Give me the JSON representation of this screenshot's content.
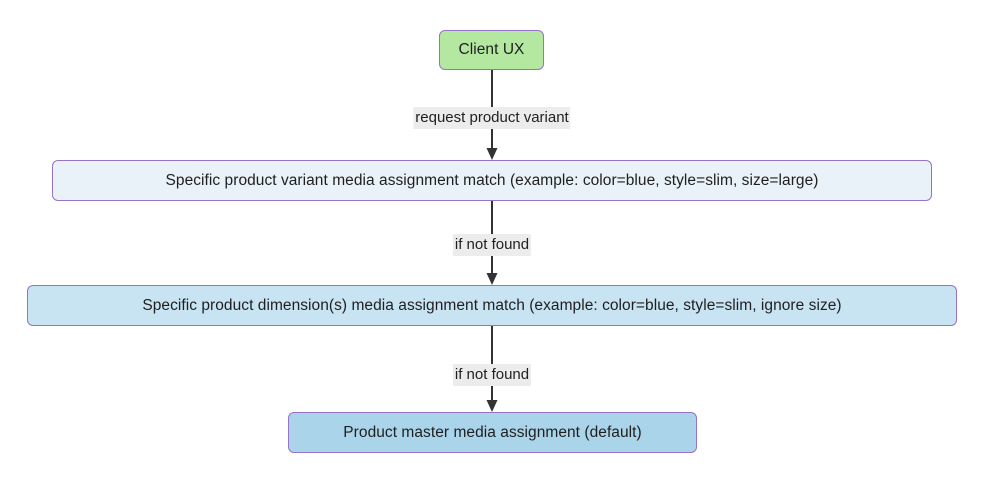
{
  "diagram": {
    "type": "flowchart",
    "direction": "top-to-bottom",
    "title": "",
    "background_color": "#ffffff",
    "nodes": [
      {
        "id": "client-ux",
        "label": "Client UX",
        "fill": "#b4e8a0",
        "border": "#9673c8",
        "shape": "rounded-rect"
      },
      {
        "id": "variant-match",
        "label": "Specific product variant media assignment match (example: color=blue, style=slim, size=large)",
        "fill": "#e9f2f8",
        "border": "#9673c8",
        "shape": "rounded-rect"
      },
      {
        "id": "dimension-match",
        "label": "Specific product dimension(s) media assignment match (example: color=blue, style=slim, ignore size)",
        "fill": "#c8e3f2",
        "border": "#9673c8",
        "shape": "rounded-rect"
      },
      {
        "id": "master-default",
        "label": "Product master media assignment (default)",
        "fill": "#aad4e9",
        "border": "#9673c8",
        "shape": "rounded-rect"
      }
    ],
    "edges": [
      {
        "id": "edge-request",
        "from": "client-ux",
        "to": "variant-match",
        "label": "request product variant",
        "label_background": "#ececec",
        "color": "#333333",
        "arrowhead": "solid-triangle"
      },
      {
        "id": "edge-notfound-1",
        "from": "variant-match",
        "to": "dimension-match",
        "label": "if not found",
        "label_background": "#ececec",
        "color": "#333333",
        "arrowhead": "solid-triangle"
      },
      {
        "id": "edge-notfound-2",
        "from": "dimension-match",
        "to": "master-default",
        "label": "if not found",
        "label_background": "#ececec",
        "color": "#333333",
        "arrowhead": "solid-triangle"
      }
    ]
  }
}
